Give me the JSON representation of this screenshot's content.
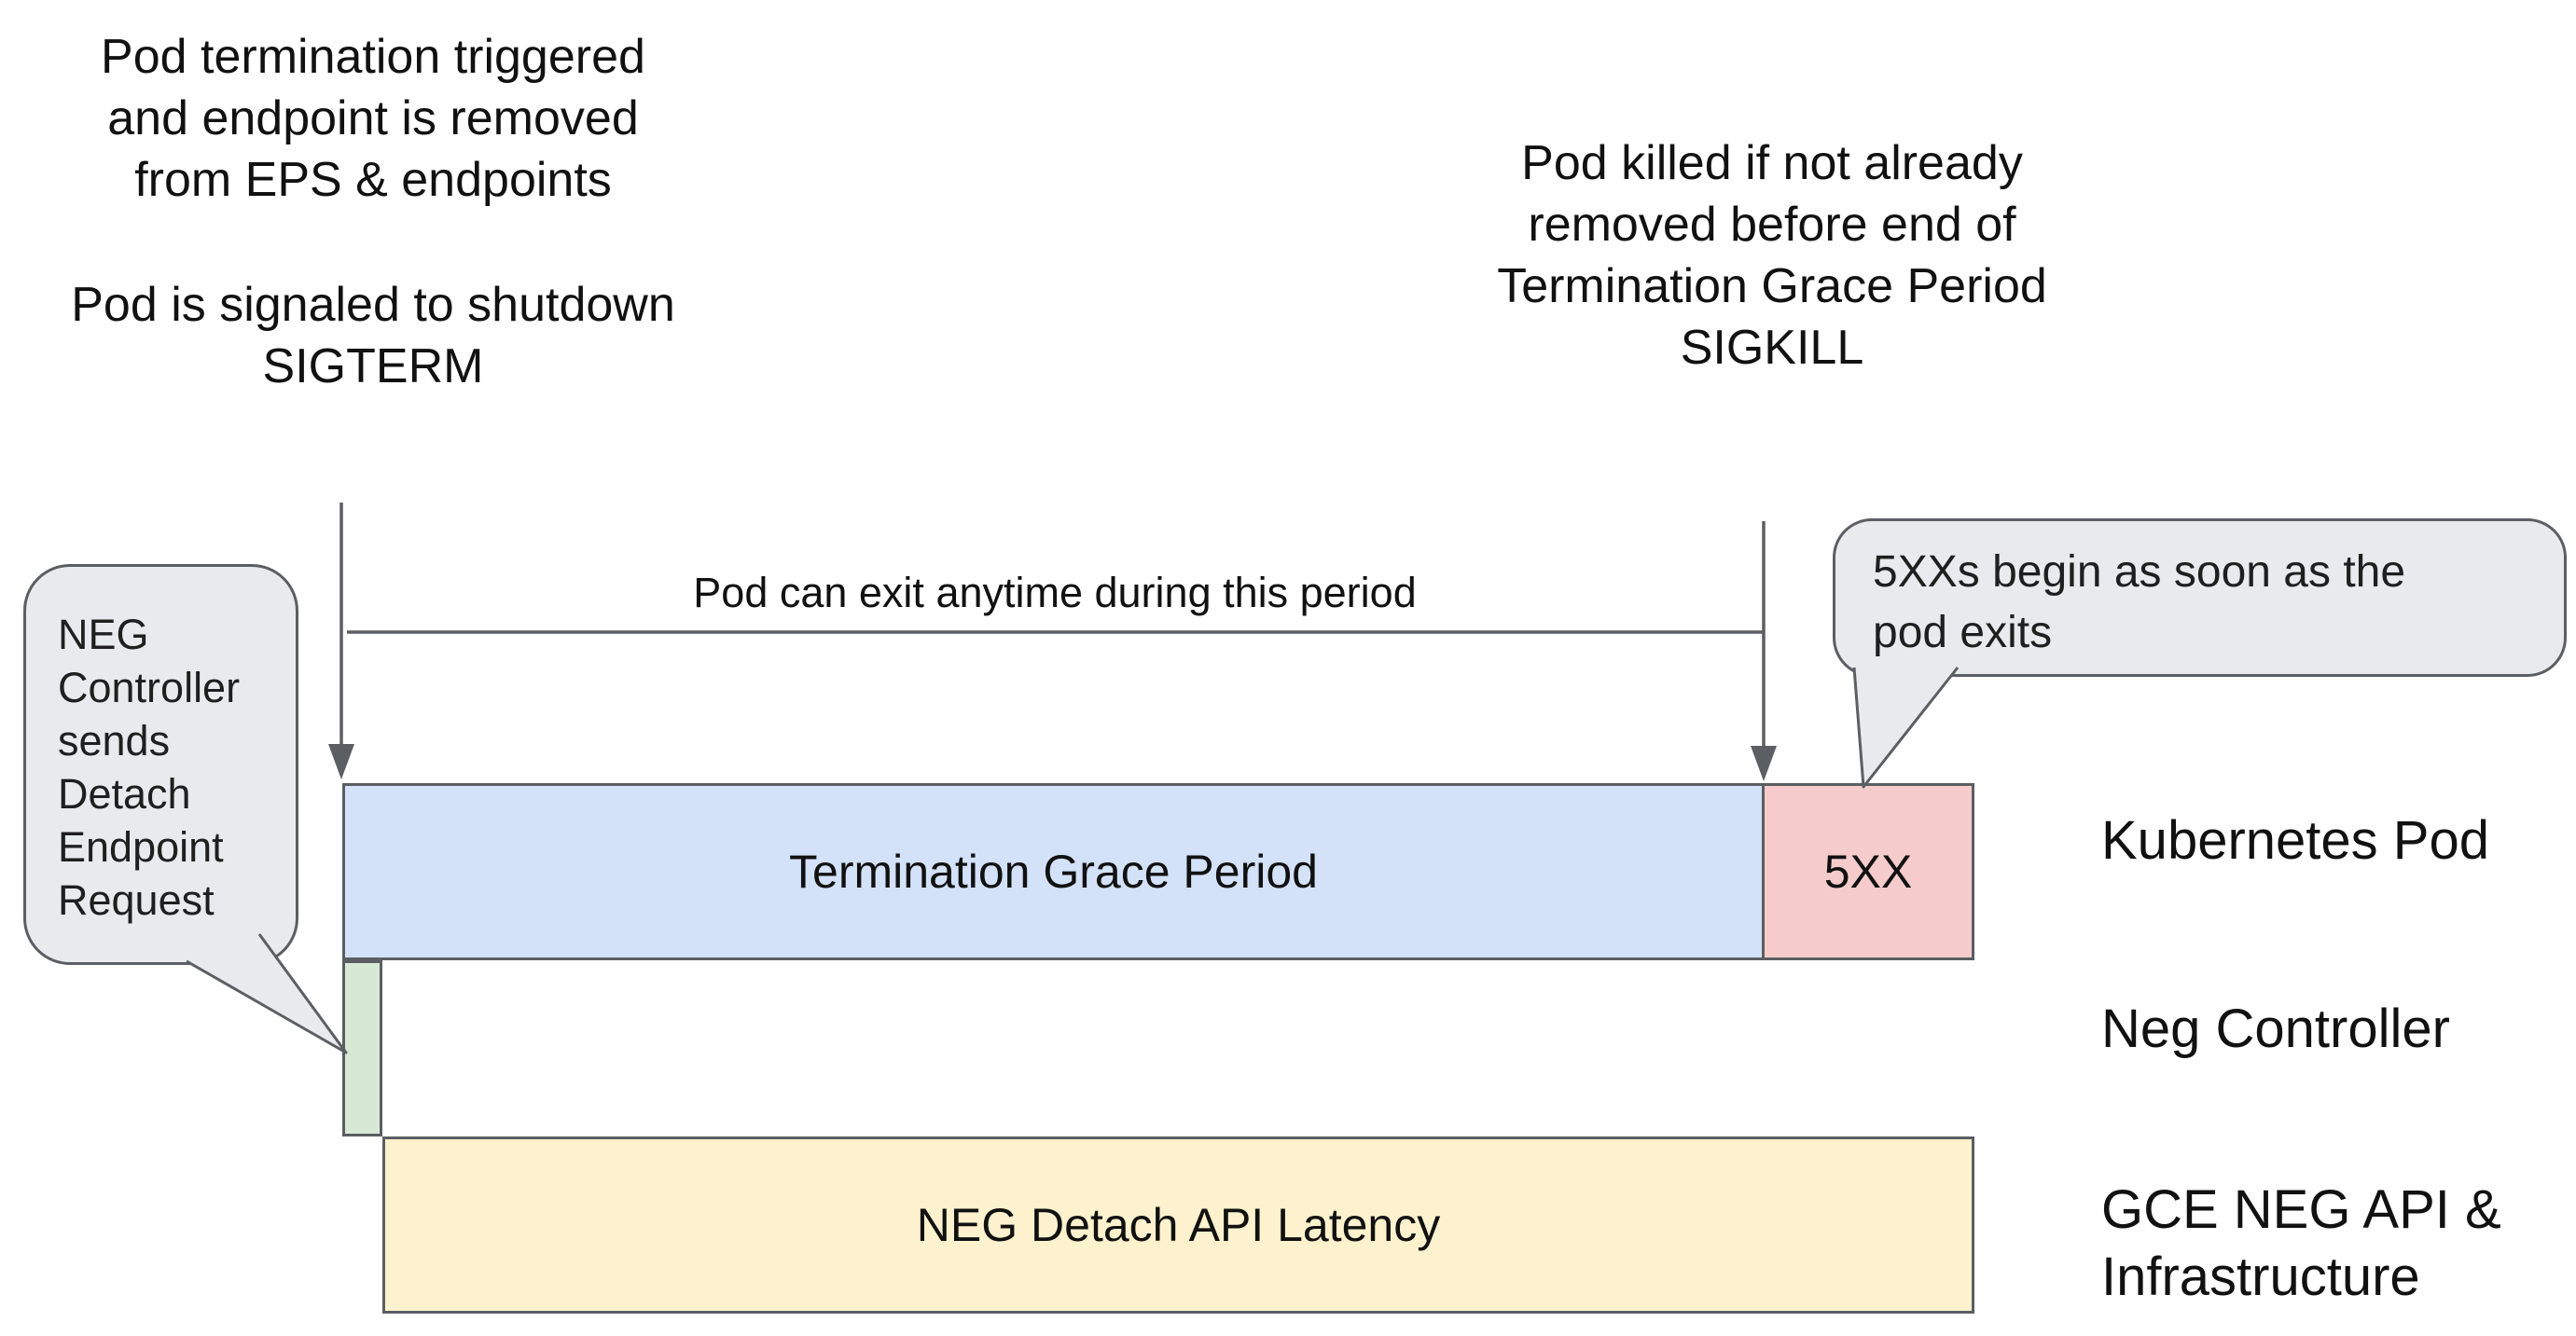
{
  "annotations": {
    "pod_termination": "Pod termination triggered\nand endpoint is removed\nfrom EPS & endpoints",
    "pod_signaled": "Pod is signaled to shutdown\nSIGTERM",
    "pod_killed": "Pod killed if not already\nremoved before end of\nTermination Grace Period\nSIGKILL",
    "exit_period": "Pod can exit anytime during this period"
  },
  "callouts": {
    "neg_controller": "NEG\nController\nsends\nDetach\nEndpoint\nRequest",
    "fivexx": "5XXs begin as soon as the\npod exits"
  },
  "bars": {
    "termination_grace_period": {
      "label": "Termination Grace Period",
      "color": "#d3e1f9"
    },
    "fivexx": {
      "label": "5XX",
      "color": "#f5cccb"
    },
    "detach_request": {
      "label": "",
      "color": "#d7e9d4"
    },
    "neg_detach_latency": {
      "label": "NEG Detach API Latency",
      "color": "#fdf2cd"
    }
  },
  "lanes": [
    {
      "label": "Kubernetes Pod"
    },
    {
      "label": "Neg Controller"
    },
    {
      "label": "GCE NEG API &\nInfrastructure"
    }
  ],
  "colors": {
    "callout_fill": "#e8eaed",
    "stroke": "#5b5e62",
    "text": "#111111"
  }
}
